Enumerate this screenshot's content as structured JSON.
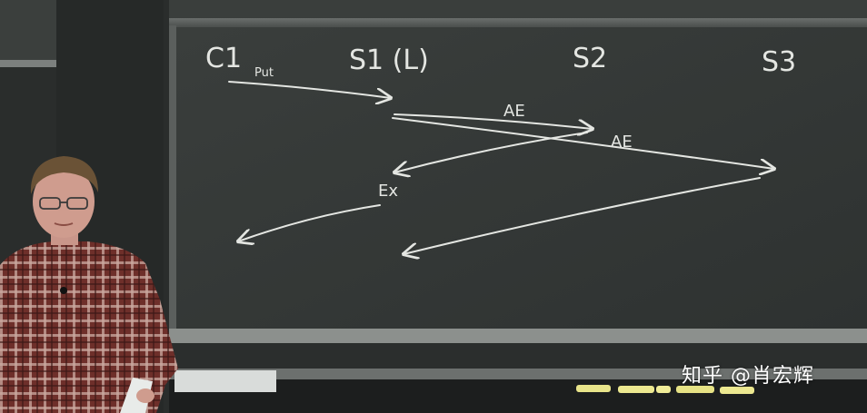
{
  "board": {
    "labels": {
      "c1": "C1",
      "put": "Put",
      "s1": "S1 (L)",
      "s2": "S2",
      "s3": "S3",
      "ae1": "AE",
      "ae2": "AE",
      "ex": "Ex"
    }
  },
  "watermark": "知乎 @肖宏辉"
}
